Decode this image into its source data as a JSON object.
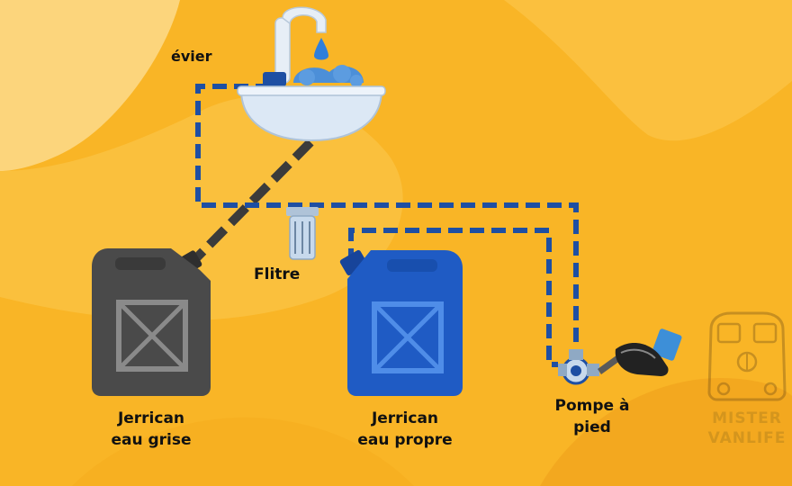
{
  "labels": {
    "sink": "évier",
    "filter": "Flitre",
    "grey_jerrican_line1": "Jerrican",
    "grey_jerrican_line2": "eau grise",
    "clean_jerrican_line1": "Jerrican",
    "clean_jerrican_line2": "eau propre",
    "pump_line1": "Pompe à",
    "pump_line2": "pied"
  },
  "watermark": {
    "line1": "MISTER",
    "line2": "VANLIFE"
  },
  "colors": {
    "background": "#F9B526",
    "background_light": "#FBCB52",
    "pipe_clean": "#1E4FA3",
    "pipe_grey": "#3B3B3B",
    "jerrican_grey": "#4A4A4A",
    "jerrican_blue": "#1F5BC4",
    "sink": "#DCE8F5",
    "foam": "#4C8FD8",
    "shoe": "#222222"
  },
  "icons": [
    "faucet-icon",
    "sink-icon",
    "water-drop-icon",
    "filter-icon",
    "jerrican-icon",
    "foot-pump-icon",
    "shoe-icon",
    "van-logo-icon"
  ]
}
